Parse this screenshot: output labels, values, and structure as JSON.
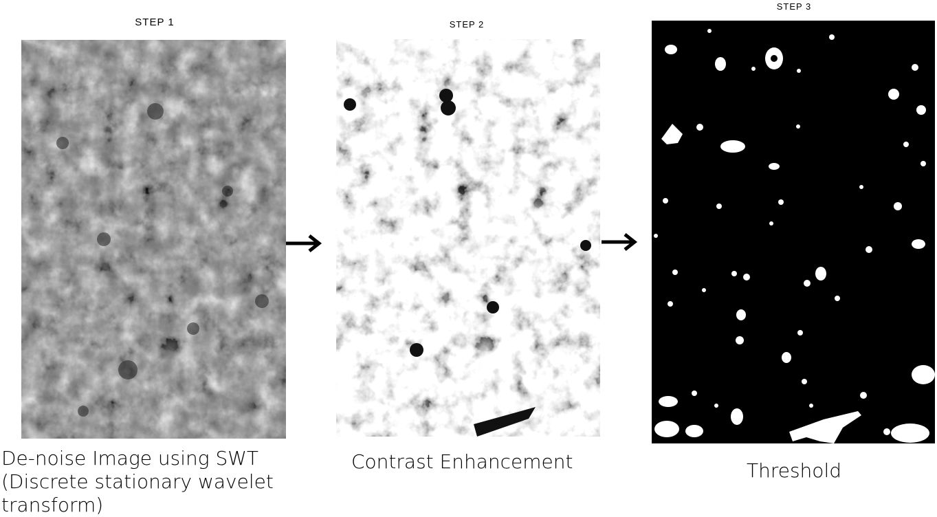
{
  "steps": [
    {
      "label": "STEP 1",
      "caption": "De-noise Image using SWT (Discrete stationary wavelet transform)",
      "image": "denoised-grayscale-texture"
    },
    {
      "label": "STEP 2",
      "caption": "Contrast Enhancement",
      "image": "contrast-enhanced-texture"
    },
    {
      "label": "STEP 3",
      "caption": "Threshold",
      "image": "binary-threshold-mask"
    }
  ],
  "arrows": [
    "arrow-right-icon",
    "arrow-right-icon"
  ],
  "colors": {
    "background": "#ffffff",
    "text": "#000000",
    "threshold_bg": "#000000",
    "threshold_fg": "#ffffff"
  }
}
